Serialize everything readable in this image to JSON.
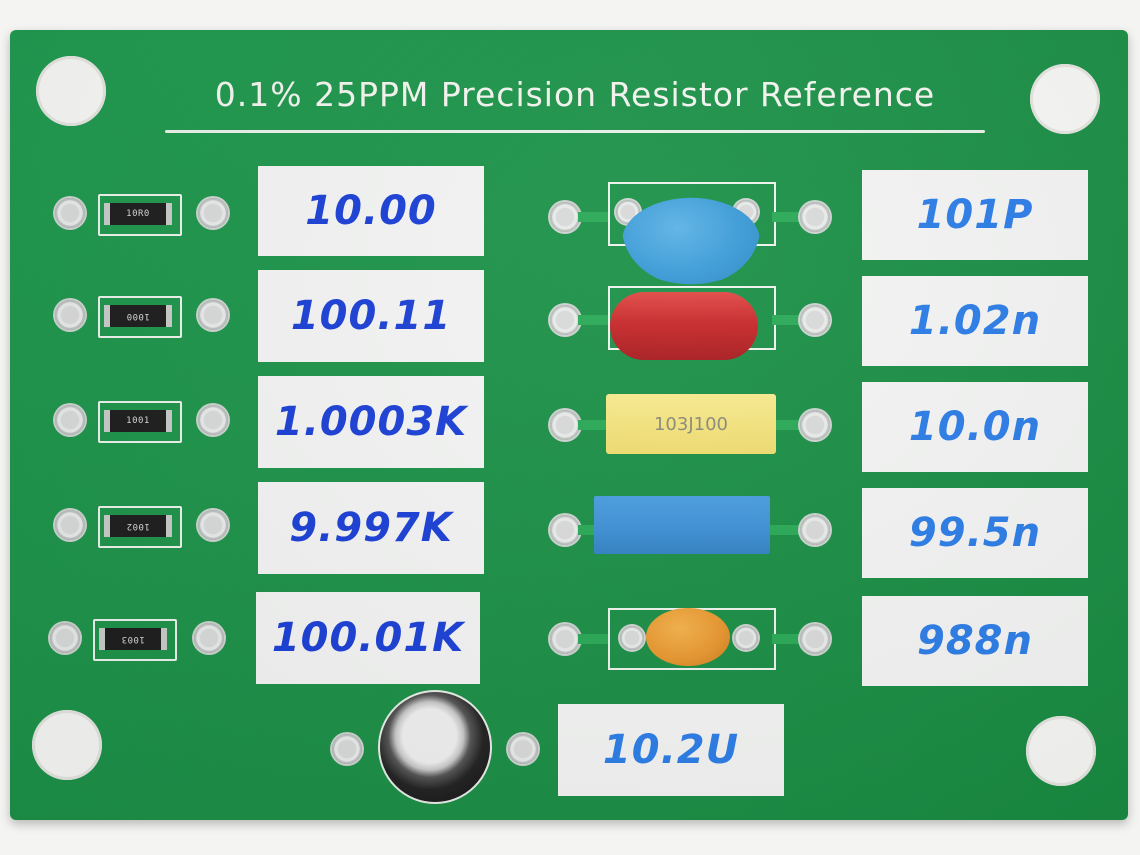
{
  "title": "0.1% 25PPM Precision Resistor Reference",
  "resistors": [
    {
      "marking": "10R0",
      "label": "10.00"
    },
    {
      "marking": "1000",
      "label": "100.11"
    },
    {
      "marking": "1001",
      "label": "1.0003K"
    },
    {
      "marking": "1002",
      "label": "9.997K"
    },
    {
      "marking": "1003",
      "label": "100.01K"
    }
  ],
  "capacitors": [
    {
      "marking": "",
      "label": "101P"
    },
    {
      "marking": "",
      "label": "1.02n"
    },
    {
      "marking": "103J100",
      "label": "10.0n"
    },
    {
      "marking": "",
      "label": "99.5n"
    },
    {
      "marking": "",
      "label": "988n"
    }
  ],
  "electrolytic": {
    "label": "10.2U"
  },
  "colors": {
    "board": "#1c9148",
    "ink": "#1b3fd6",
    "ceramic_disc": "#3a9ad6",
    "film_red": "#c8282a",
    "film_yellow": "#f2e27a",
    "box_blue": "#3d8fd4",
    "tantalum": "#e8962e"
  }
}
